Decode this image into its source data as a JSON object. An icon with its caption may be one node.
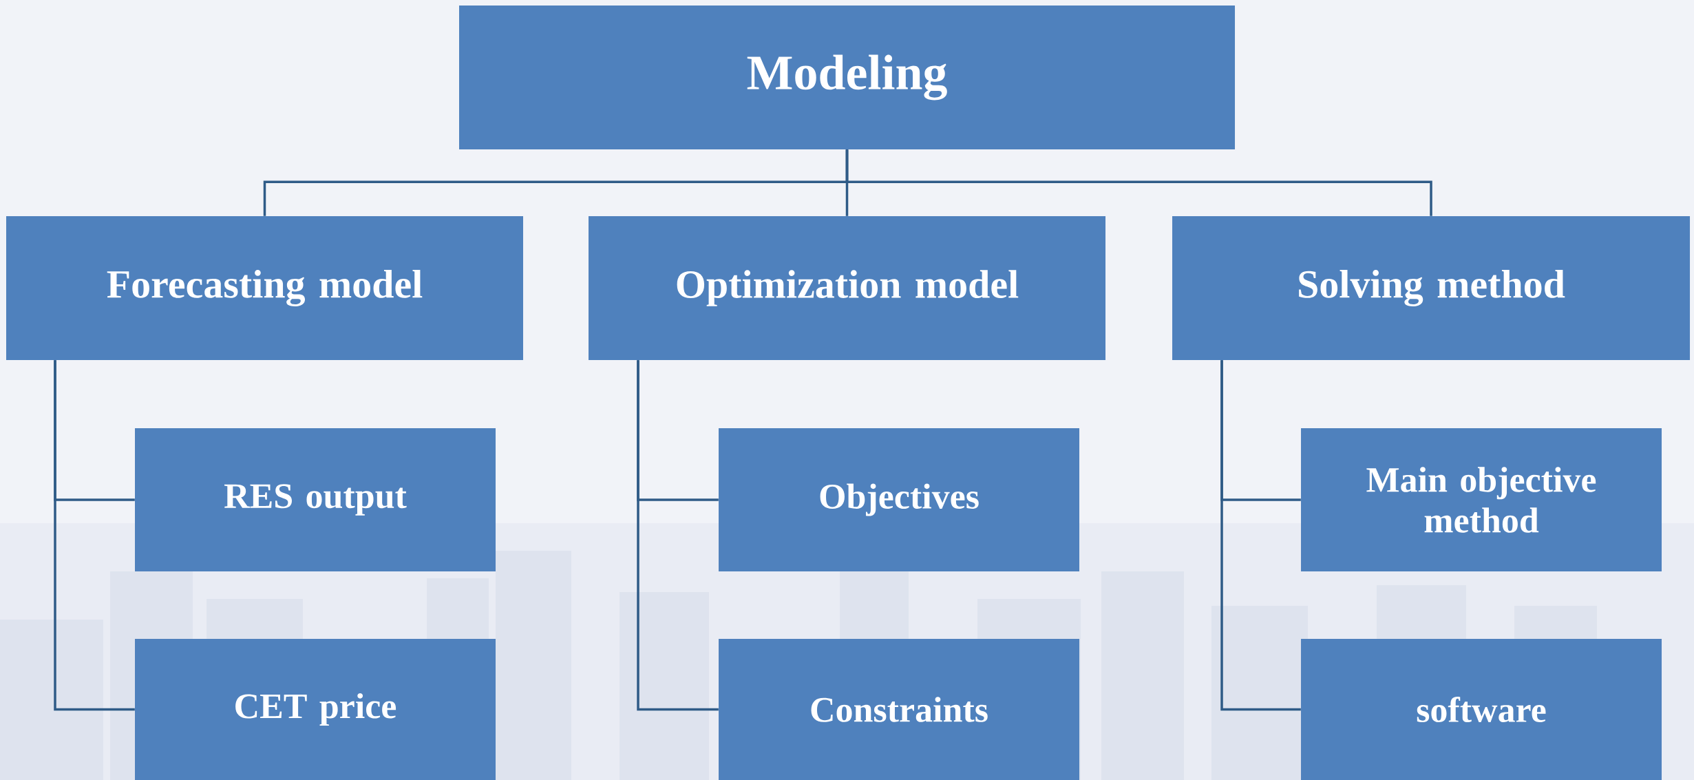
{
  "diagram": {
    "nodes": [
      {
        "text": [
          "Modeling"
        ]
      },
      {
        "text": [
          "Forecasting model"
        ]
      },
      {
        "text": [
          "Optimization model"
        ]
      },
      {
        "text": [
          "Solving method"
        ]
      },
      {
        "text": [
          "RES output"
        ]
      },
      {
        "text": [
          "CET price"
        ]
      },
      {
        "text": [
          "Objectives"
        ]
      },
      {
        "text": [
          "Constraints"
        ]
      },
      {
        "text": [
          "Main objective method"
        ]
      },
      {
        "text": [
          "software"
        ]
      }
    ],
    "edges": [
      {
        "from": 0,
        "to": 1,
        "arrow": "none"
      },
      {
        "from": 0,
        "to": 2,
        "arrow": "none"
      },
      {
        "from": 0,
        "to": 3,
        "arrow": "none"
      },
      {
        "from": 1,
        "to": 4,
        "arrow": "none"
      },
      {
        "from": 1,
        "to": 5,
        "arrow": "none"
      },
      {
        "from": 2,
        "to": 6,
        "arrow": "none"
      },
      {
        "from": 2,
        "to": 7,
        "arrow": "none"
      },
      {
        "from": 3,
        "to": 8,
        "arrow": "none"
      },
      {
        "from": 3,
        "to": 9,
        "arrow": "none"
      }
    ]
  }
}
